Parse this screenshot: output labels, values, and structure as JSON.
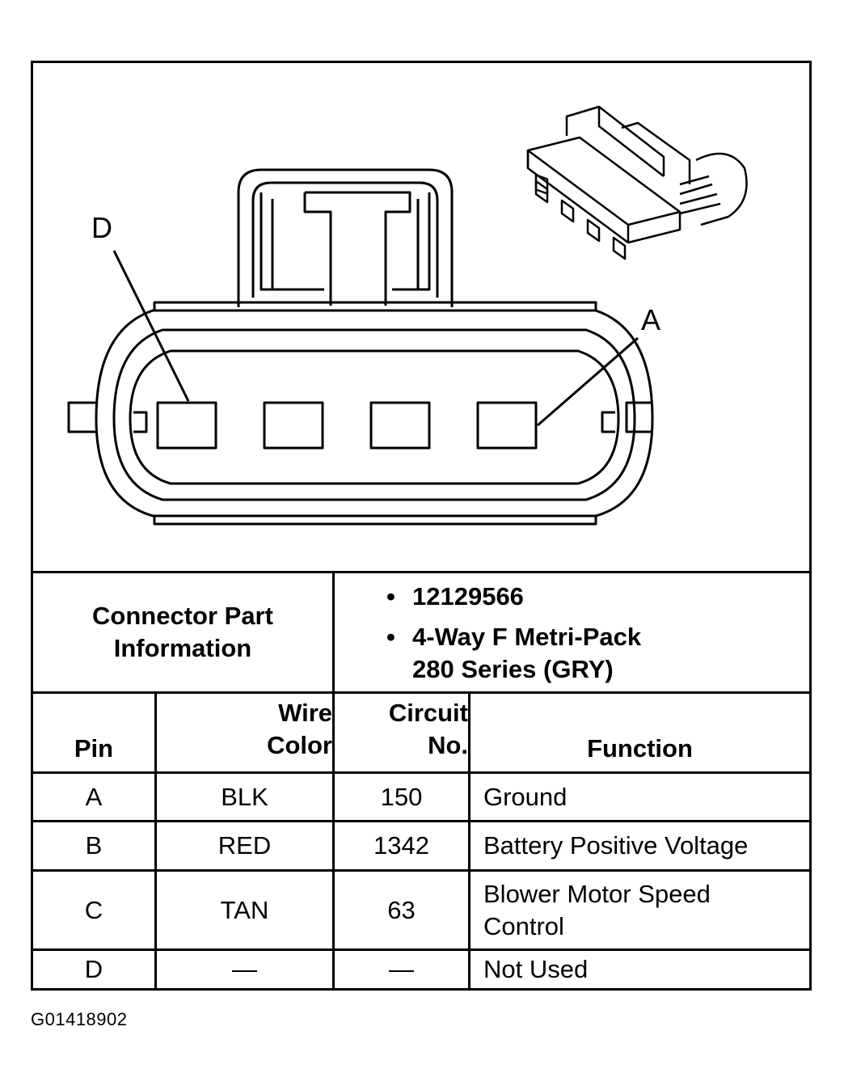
{
  "diagram": {
    "pin_labels": {
      "left": "D",
      "right": "A"
    }
  },
  "connector_info": {
    "label": "Connector Part Information",
    "label_line1": "Connector Part",
    "label_line2": "Information",
    "items": [
      {
        "bullet": "•",
        "lines": [
          "12129566"
        ]
      },
      {
        "bullet": "•",
        "lines": [
          "4-Way F Metri-Pack",
          "280 Series (GRY)"
        ]
      }
    ]
  },
  "table": {
    "headers": [
      {
        "lines": [
          "Pin"
        ]
      },
      {
        "lines": [
          "Wire",
          "Color"
        ]
      },
      {
        "lines": [
          "Circuit",
          "No."
        ]
      },
      {
        "lines": [
          "Function"
        ]
      }
    ],
    "rows": [
      {
        "pin": "A",
        "wire_color": "BLK",
        "circuit": "150",
        "function_lines": [
          "Ground"
        ]
      },
      {
        "pin": "B",
        "wire_color": "RED",
        "circuit": "1342",
        "function_lines": [
          "Battery Positive Voltage"
        ]
      },
      {
        "pin": "C",
        "wire_color": "TAN",
        "circuit": "63",
        "function_lines": [
          "Blower Motor Speed",
          "Control"
        ]
      },
      {
        "pin": "D",
        "wire_color": "—",
        "circuit": "—",
        "function_lines": [
          "Not Used"
        ]
      }
    ]
  },
  "figure_id": "G01418902"
}
